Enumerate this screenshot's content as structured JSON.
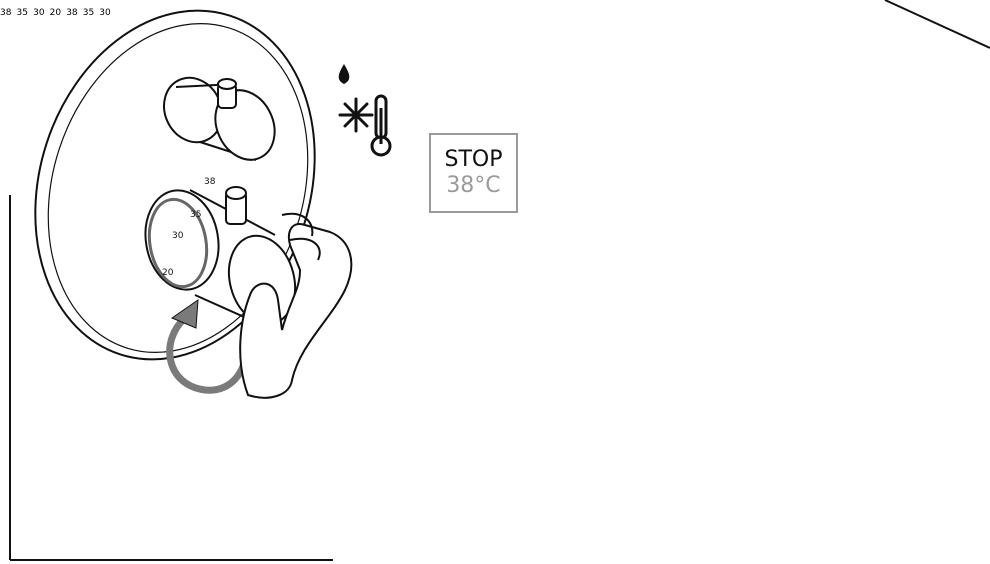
{
  "stop_sign": {
    "line1": "STOP",
    "line2": "38°C"
  },
  "scales": {
    "left": [
      "38",
      "35",
      "30",
      "20"
    ],
    "middle": [
      "38",
      "35",
      "30",
      "20"
    ],
    "right": [
      "38",
      "35",
      "30"
    ]
  },
  "colors": {
    "ink": "#111111",
    "arrow": "#7a7a7a",
    "stop_border": "#9a9a9a",
    "stop_temp": "#9a9a9a"
  },
  "icons": [
    "water-drop-icon",
    "snowflake-icon",
    "thermometer-icon",
    "sun-icon",
    "hand-icon",
    "rotate-arrow-icon",
    "push-down-arrow-icon"
  ]
}
